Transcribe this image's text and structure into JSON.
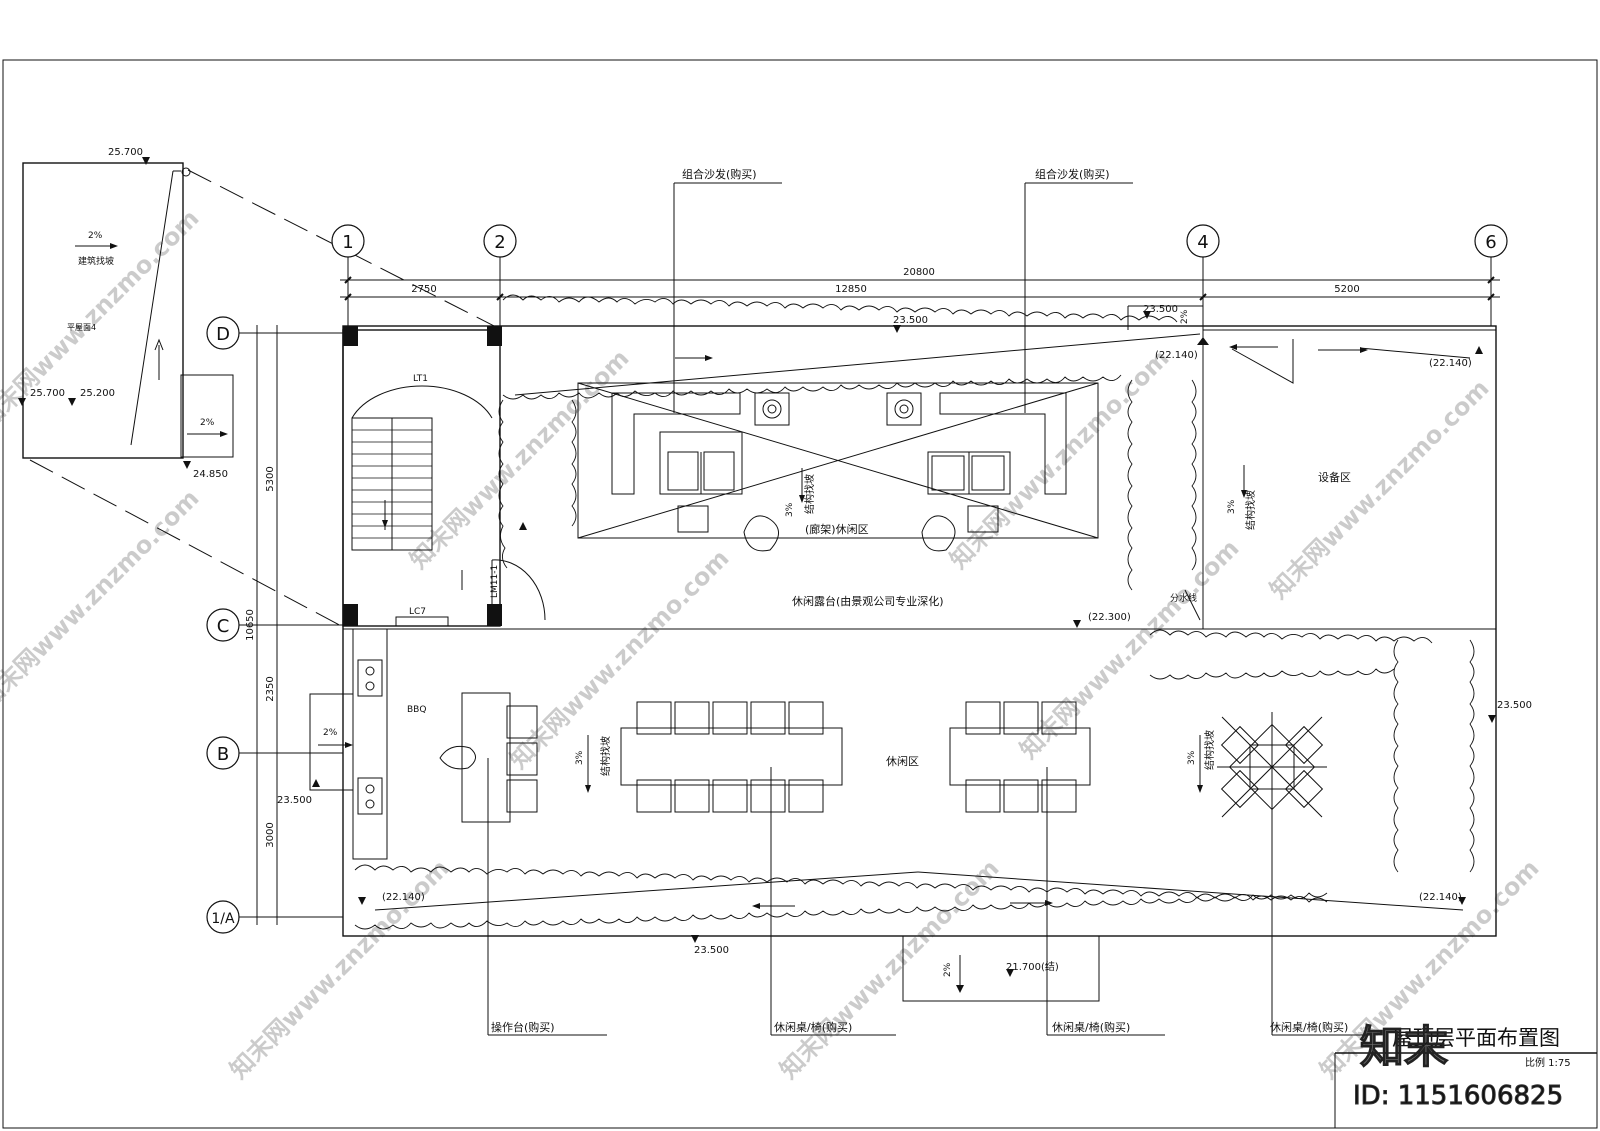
{
  "title": "屋顶层平面布置图",
  "scale": "比例 1:75",
  "watermark": {
    "logo": "知末",
    "id": "ID: 1151606825",
    "diagonal": "知末网www.znzmo.com"
  },
  "axes": {
    "col_1": "1",
    "col_2": "2",
    "col_4": "4",
    "col_6": "6",
    "row_D": "D",
    "row_C": "C",
    "row_B": "B",
    "row_A": "1/A"
  },
  "dims": {
    "total_width": "20800",
    "seg_1": "2750",
    "seg_2": "12850",
    "seg_3": "5200",
    "v_total": "10650",
    "v_1": "5300",
    "v_2": "2350",
    "v_3": "3000"
  },
  "elevations": {
    "e1": "25.700",
    "e2": "25.700",
    "e3": "25.200",
    "e4": "24.850",
    "e5": "23.500",
    "e6": "23.500",
    "e7": "(22.140)",
    "e8": "(22.140)",
    "e9": "(22.300)",
    "e10": "23.500",
    "e11": "23.500",
    "e12": "(22.140)",
    "e13": "(22.140)",
    "e14": "23.500",
    "e15": "21.700(结)"
  },
  "labels": {
    "sofa_1": "组合沙发(购买)",
    "sofa_2": "组合沙发(购买)",
    "pergola_zone": "(廊架)休闲区",
    "terrace": "休闲露台(由景观公司专业深化)",
    "equipment": "设备区",
    "leisure": "休闲区",
    "bbq": "BBQ",
    "lt1": "LT1",
    "lc7": "LC7",
    "lm": "LM11-1",
    "drain": "分水线",
    "inset_slope": "建筑找坡",
    "inset_note": "平屋面4",
    "pct": "2%",
    "pct3": "3%",
    "slope_struct": "结构找坡",
    "op_table": "操作台(购买)",
    "table_1": "休闲桌/椅(购买)",
    "table_2": "休闲桌/椅(购买)",
    "table_3": "休闲桌/椅(购买)"
  }
}
